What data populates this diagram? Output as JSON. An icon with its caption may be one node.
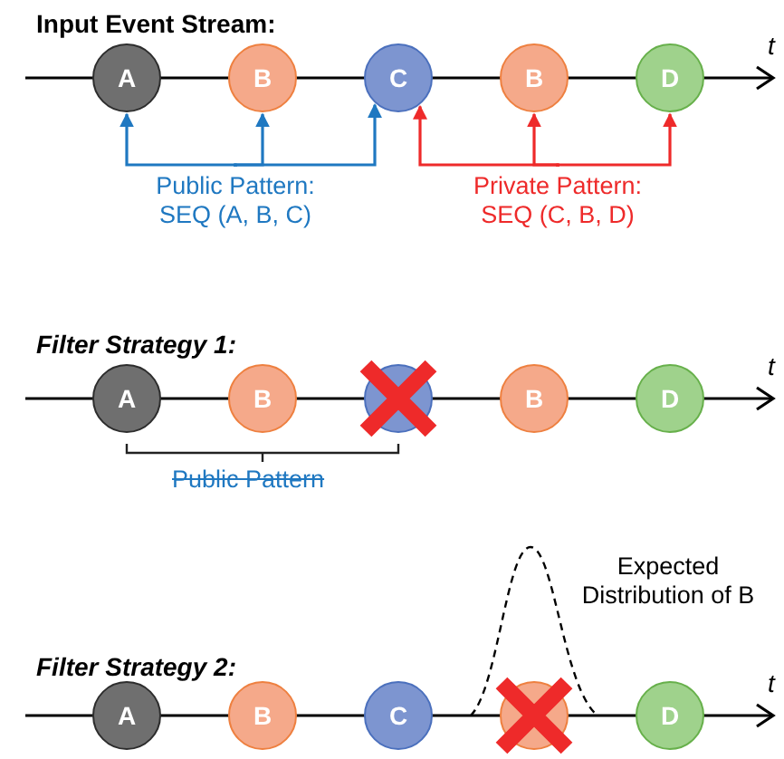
{
  "diagram": {
    "nodes": [
      {
        "text": [
          "A"
        ]
      },
      {
        "text": [
          "B"
        ]
      },
      {
        "text": [
          "C"
        ]
      },
      {
        "text": [
          "B"
        ]
      },
      {
        "text": [
          "D"
        ]
      },
      {
        "text": [
          "Public Pattern: SEQ (A, B, C)"
        ]
      },
      {
        "text": [
          "Private Pattern: SEQ (C, B, D)"
        ]
      },
      {
        "text": [
          "A"
        ]
      },
      {
        "text": [
          "B"
        ]
      },
      {
        "text": [],
        "shape": "circle"
      },
      {
        "text": [
          "B"
        ]
      },
      {
        "text": [
          "D"
        ]
      },
      {
        "text": [
          "A"
        ]
      },
      {
        "text": [
          "B"
        ]
      },
      {
        "text": [
          "C"
        ]
      },
      {
        "text": [],
        "shape": "circle"
      },
      {
        "text": [
          "D"
        ]
      }
    ],
    "edges": [
      {
        "from": 5,
        "to": 0,
        "arrow": "to",
        "color": "#1f78c1"
      },
      {
        "from": 5,
        "to": 1,
        "arrow": "to",
        "color": "#1f78c1"
      },
      {
        "from": 5,
        "to": 2,
        "arrow": "to",
        "color": "#1f78c1"
      },
      {
        "from": 6,
        "to": 2,
        "arrow": "to",
        "color": "#ee2a2a"
      },
      {
        "from": 6,
        "to": 3,
        "arrow": "to",
        "color": "#ee2a2a"
      },
      {
        "from": 6,
        "to": 4,
        "arrow": "to",
        "color": "#ee2a2a"
      }
    ],
    "labels": [
      "Input Event Stream:",
      "t",
      "Filter Strategy 1:",
      "t",
      "Public Pattern",
      "Expected Distribution of B",
      "Filter Strategy 2:",
      "t"
    ]
  }
}
